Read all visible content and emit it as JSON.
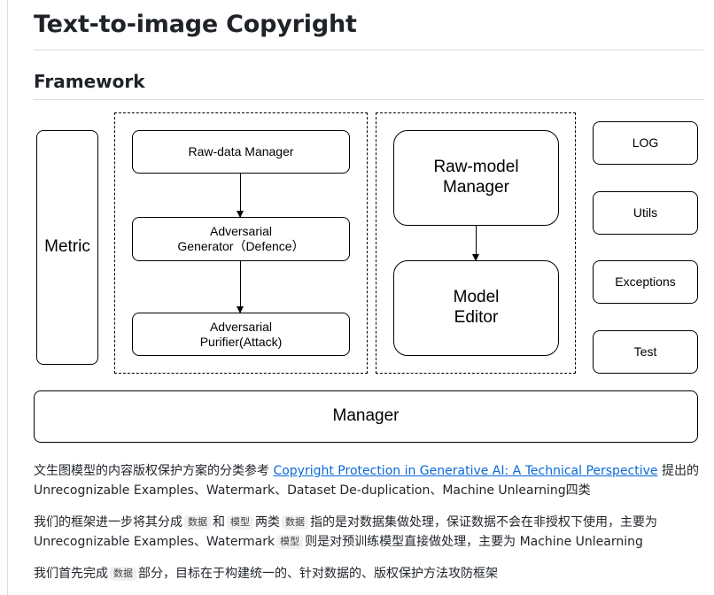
{
  "page": {
    "title": "Text-to-image Copyright",
    "section_title": "Framework"
  },
  "diagram": {
    "metric": "Metric",
    "raw_data_manager": "Raw-data Manager",
    "adversarial_generator": "Adversarial\nGenerator（Defence）",
    "adversarial_purifier": "Adversarial\nPurifier(Attack)",
    "raw_model_manager": "Raw-model\nManager",
    "model_editor": "Model\nEditor",
    "log": "LOG",
    "utils": "Utils",
    "exceptions": "Exceptions",
    "test": "Test",
    "manager": "Manager"
  },
  "paragraphs": {
    "p1_a": "文生图模型的内容版权保护方案的分类参考 ",
    "p1_link": "Copyright Protection in Generative AI: A Technical Perspective",
    "p1_b": " 提出的 Unrecognizable Examples、Watermark、Dataset De-duplication、Machine Unlearning四类",
    "p2_a": "我们的框架进一步将其分成",
    "p2_code1": "数据",
    "p2_b": "和",
    "p2_code2": "模型",
    "p2_c": "两类",
    "p2_code3": "数据",
    "p2_d": "指的是对数据集做处理，保证数据不会在非授权下使用，主要为 Unrecognizable Examples、Watermark",
    "p2_code4": "模型",
    "p2_e": "则是对预训练模型直接做处理，主要为 Machine Unlearning",
    "p3_a": "我们首先完成",
    "p3_code1": "数据",
    "p3_b": "部分，目标在于构建统一的、针对数据的、版权保护方法攻防框架"
  }
}
